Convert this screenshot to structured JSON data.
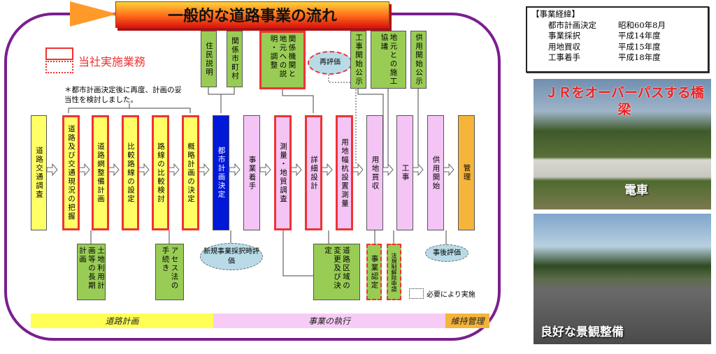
{
  "title": "一般的な道路事業の流れ",
  "legend": {
    "label": "当社実施業務",
    "optional": "必要により実施"
  },
  "note": "＊都市計画決定後に再度、計画の妥当性を検討しました。",
  "main_steps": [
    "道路交通調査",
    "道路及び交通現況の把握",
    "道路網整備計画",
    "比較路線の設定",
    "路線の比較検討",
    "概略計画の決定",
    "都市計画決定",
    "事業着手",
    "測量・地質調査",
    "詳細設計",
    "用地幅杭設置測量",
    "用地買収",
    "工事",
    "供用開始",
    "管理"
  ],
  "top_boxes": [
    "住民説明",
    "関係市町村",
    "関係機関と地元への説明・調整",
    "工事開始公示",
    "地元との施工協議",
    "供用開始公示"
  ],
  "reevaluation": "再評価",
  "bottom_boxes": [
    "土地利用計画等の長期計画",
    "アセス法の手続き",
    "道路区域の変更及び決定",
    "事業認定",
    "法規制解除申請"
  ],
  "new_project_eval": "新規事業採択時評価",
  "post_eval": "事後評価",
  "phases": [
    "道路計画",
    "事業の執行",
    "維持管理"
  ],
  "history": {
    "heading": "【事業経緯】",
    "rows": [
      [
        "都市計画決定",
        "昭和60年8月"
      ],
      [
        "事業採択",
        "平成14年度"
      ],
      [
        "用地買収",
        "平成15年度"
      ],
      [
        "工事着手",
        "平成18年度"
      ]
    ]
  },
  "photos": {
    "top_caption": "ＪＲをオーバーパスする橋梁",
    "top_label": "電車",
    "bottom_caption": "良好な景観整備"
  }
}
